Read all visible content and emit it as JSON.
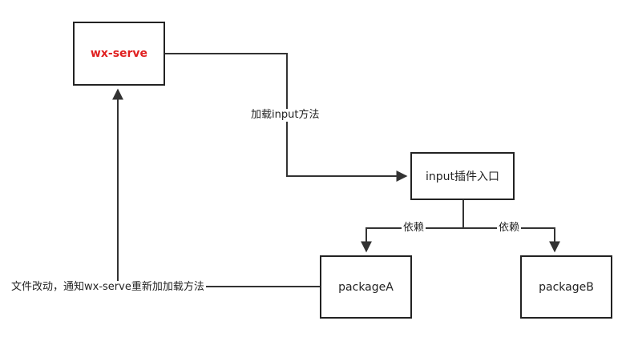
{
  "nodes": {
    "wx_serve": "wx-serve",
    "input_entry": "input插件入口",
    "package_a": "packageA",
    "package_b": "packageB"
  },
  "edges": {
    "load_input": "加载input方法",
    "depend_a": "依赖",
    "depend_b": "依赖",
    "notify": "文件改动，通知wx-serve重新加加载方法"
  },
  "colors": {
    "line": "#333333",
    "highlight": "#e02020"
  }
}
